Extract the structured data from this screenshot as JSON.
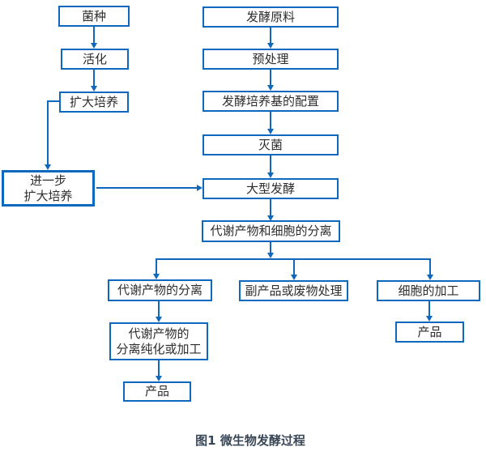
{
  "figure_caption": "图1 微生物发酵过程",
  "flowchart": {
    "colors": {
      "line": "#0e68bd",
      "text": "#2d2d2d",
      "caption": "#3a4757"
    },
    "nodes": {
      "strain": "菌种",
      "activation": "活化",
      "expand_culture": "扩大培养",
      "further_expand_culture": "进一步\n扩大培养",
      "raw_materials": "发酵原料",
      "pretreatment": "预处理",
      "medium_preparation": "发酵培养基的配置",
      "sterilization": "灭菌",
      "large_scale_fermentation": "大型发酵",
      "metabolite_cell_separation": "代谢产物和细胞的分离",
      "metabolite_separation": "代谢产物的分离",
      "byproduct_waste_treatment": "副产品或废物处理",
      "cell_processing": "细胞的加工",
      "purification_or_processing": "代谢产物的\n分离纯化或加工",
      "product_metabolite": "产品",
      "product_cell": "产品"
    }
  }
}
